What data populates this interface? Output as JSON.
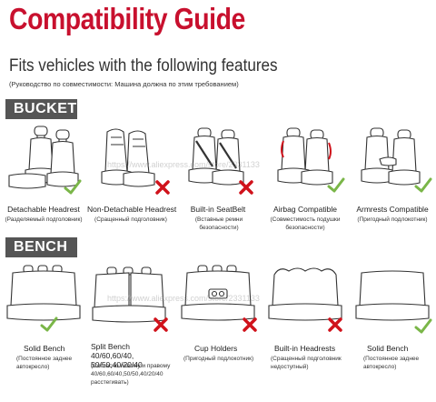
{
  "header": {
    "title": "Compatibility Guide",
    "subtitle": "Fits vehicles with the following features",
    "subtitle_ru": "(Руководство по совместимости: Машина должна по этим требованием)"
  },
  "colors": {
    "title_red": "#c8102e",
    "check_green": "#7ab648",
    "cross_red": "#d0121b",
    "label_bg": "#555555"
  },
  "watermark": "https://www.aliexpress.com/store/2331133",
  "sections": [
    {
      "label": "BUCKET",
      "items": [
        {
          "caption": "Detachable Headrest",
          "caption_ru": "(Разделяемый подголовник)",
          "ok": true
        },
        {
          "caption": "Non-Detachable Headrest",
          "caption_ru": "(Сращенный подголовник)",
          "ok": false
        },
        {
          "caption": "Built-in SeatBelt",
          "caption_ru": "(Вставные ремни безопасности)",
          "ok": false
        },
        {
          "caption": "Airbag Compatible",
          "caption_ru": "(Совместимость подушки безопасности)",
          "ok": true
        },
        {
          "caption": "Armrests Compatible",
          "caption_ru": "(Пригодный подлокотник)",
          "ok": true
        }
      ]
    },
    {
      "label": "BENCH",
      "items": [
        {
          "caption": "Solid Bench",
          "caption_ru": "(Постоянное заднее автокресло)",
          "ok": true
        },
        {
          "caption": "Split Bench 40/60,60/40, 50/50,40/20/40",
          "caption_ru": "(Согласно левому и правому 40/60,60/40,50/50,40/20/40 расстегивать)",
          "ok": false
        },
        {
          "caption": "Cup Holders",
          "caption_ru": "(Пригодный подлокотник)",
          "ok": false
        },
        {
          "caption": "Built-in Headrests",
          "caption_ru": "(Сращенный подголовник недоступный)",
          "ok": false
        },
        {
          "caption": "Solid Bench",
          "caption_ru": "(Постоянное заднее автокресло)",
          "ok": true
        }
      ]
    }
  ]
}
